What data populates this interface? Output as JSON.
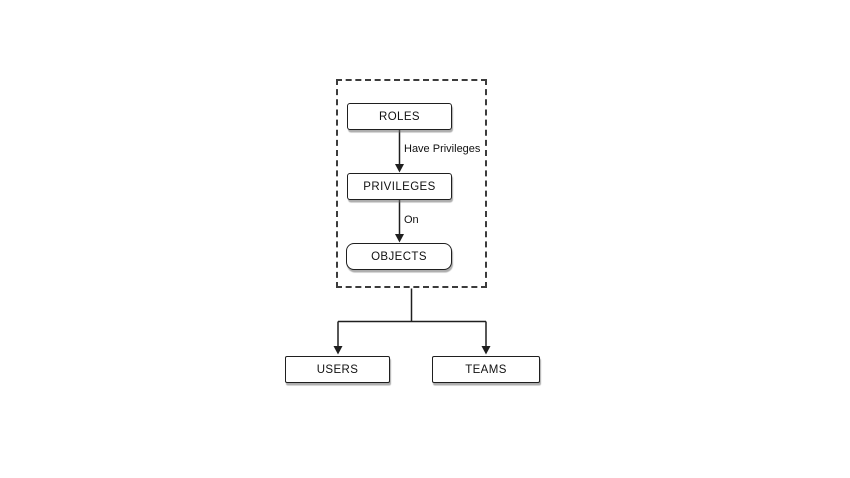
{
  "diagram": {
    "background_color": "#ffffff",
    "stroke_color": "#1f1f1f",
    "group": {
      "style": "dashed-border"
    },
    "nodes": {
      "roles": {
        "label": "ROLES"
      },
      "privileges": {
        "label": "PRIVILEGES"
      },
      "objects": {
        "label": "OBJECTS"
      },
      "users": {
        "label": "USERS"
      },
      "teams": {
        "label": "TEAMS"
      }
    },
    "edges": {
      "roles_to_privileges": {
        "label": "Have Privileges"
      },
      "privileges_to_objects": {
        "label": "On"
      },
      "group_to_users": {
        "label": ""
      },
      "group_to_teams": {
        "label": ""
      }
    }
  }
}
